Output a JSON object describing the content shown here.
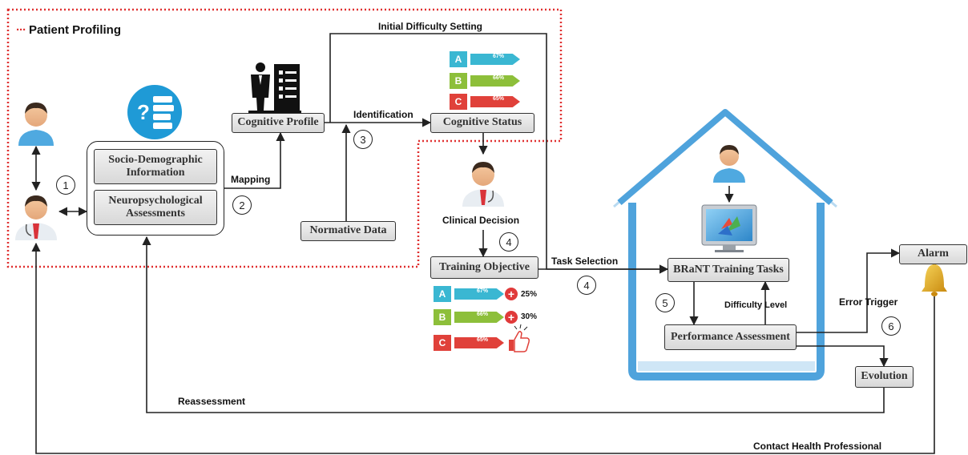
{
  "title": "Patient Profiling",
  "boxes": {
    "socio": "Socio-Demographic Information",
    "neuro": "Neuropsychological Assessments",
    "cognitive_profile": "Cognitive Profile",
    "cognitive_status": "Cognitive Status",
    "normative": "Normative Data",
    "training_objective": "Training Objective",
    "brant": "BRaNT Training Tasks",
    "performance": "Performance Assessment",
    "alarm": "Alarm",
    "evolution": "Evolution"
  },
  "labels": {
    "initial_difficulty": "Initial Difficulty Setting",
    "identification": "Identification",
    "mapping": "Mapping",
    "clinical_decision": "Clinical Decision",
    "task_selection": "Task  Selection",
    "difficulty_level": "Difficulty Level",
    "error_trigger": "Error Trigger",
    "reassessment": "Reassessment",
    "contact": "Contact Health Professional"
  },
  "steps": {
    "s1": "1",
    "s2": "2",
    "s3": "3",
    "s4a": "4",
    "s4b": "4",
    "s5": "5",
    "s6": "6"
  },
  "status_bars": [
    {
      "letter": "A",
      "pct": "67%",
      "color": "#3ab7d2"
    },
    {
      "letter": "B",
      "pct": "66%",
      "color": "#8dbf3a"
    },
    {
      "letter": "C",
      "pct": "65%",
      "color": "#e0413a"
    }
  ],
  "objective_bars": [
    {
      "letter": "A",
      "pct": "67%",
      "color": "#3ab7d2",
      "extra": "25%"
    },
    {
      "letter": "B",
      "pct": "66%",
      "color": "#8dbf3a",
      "extra": "30%"
    },
    {
      "letter": "C",
      "pct": "65%",
      "color": "#e0413a",
      "extra": ""
    }
  ],
  "colors": {
    "profiling_border": "#e03030",
    "house": "#4fa3dc",
    "arrow": "#222222"
  },
  "icons": [
    "patient-icon",
    "doctor-icon",
    "questionnaire-icon",
    "presenter-icon",
    "computer-icon",
    "bell-icon",
    "thumbs-up-icon"
  ]
}
